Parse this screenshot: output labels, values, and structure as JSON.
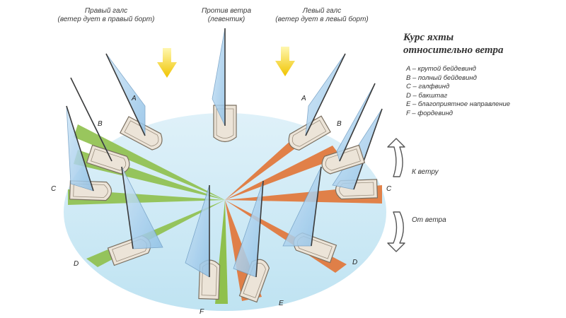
{
  "headers": {
    "right_tack_title": "Правый галс",
    "right_tack_sub": "(ветер дует в правый борт)",
    "head_to_wind_title": "Против ветра",
    "head_to_wind_sub": "(левентик)",
    "left_tack_title": "Левый галс",
    "left_tack_sub": "(ветер дует в левый борт)"
  },
  "legend": {
    "title_line1": "Курс яхты",
    "title_line2": "относительно ветра",
    "items": [
      "A – крутой бейдевинд",
      "B – полный бейдевинд",
      "C – галфвинд",
      "D – бакштаг",
      "E – благоприятное направление",
      "F – фордевинд"
    ]
  },
  "arrows": {
    "to_wind": "К ветру",
    "from_wind": "От ветра"
  },
  "position_labels": {
    "a": "A",
    "b": "B",
    "c": "C",
    "d": "D",
    "e": "E",
    "f": "F"
  },
  "colors": {
    "water": "#c9e8f4",
    "right_tack_sector": "#8fc04c",
    "left_tack_sector": "#e2773a",
    "sail": "#a8d0ee",
    "hull": "#ece4d8",
    "wind_arrow": "#f3d21c"
  },
  "icons": {
    "wind_arrow": "wind-arrow-icon",
    "to_wind_arrow": "curved-arrow-up-icon",
    "from_wind_arrow": "curved-arrow-down-icon"
  }
}
